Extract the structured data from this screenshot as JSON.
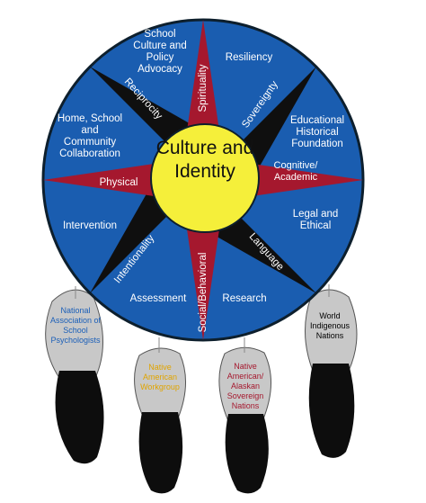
{
  "colors": {
    "circle": "#1a5db0",
    "outline": "#0d1f2d",
    "red_point": "#a5182e",
    "black_point": "#0f0f0f",
    "center": "#f5ef3a",
    "feather_white": "#c8c8c8",
    "feather_black": "#0d0d0d",
    "nasp_text": "#1b5fb8",
    "workgroup_text": "#e0a400",
    "sovereign_text": "#a5182e",
    "world_text": "#000000"
  },
  "center": {
    "title": "Culture and Identity"
  },
  "star_points": {
    "top": "Spirituality",
    "top_right": "Sovereignty",
    "right": "Cognitive/ Academic",
    "bottom_right": "Language",
    "bottom": "Social/Behavioral",
    "bottom_left": "Intentionality",
    "left": "Physical",
    "top_left": "Reciprocity"
  },
  "circle_labels": {
    "school_culture": "School Culture and Policy Advocacy",
    "resiliency": "Resiliency",
    "educational": "Educational Historical Foundation",
    "legal": "Legal and Ethical",
    "research": "Research",
    "assessment": "Assessment",
    "intervention": "Intervention",
    "home_school": "Home, School and Community Collaboration"
  },
  "feathers": {
    "nasp": "National Association of School Psychologists",
    "workgroup": "Native American Workgroup",
    "sovereign": "Native American/ Alaskan Sovereign Nations",
    "world": "World Indigenous Nations"
  }
}
